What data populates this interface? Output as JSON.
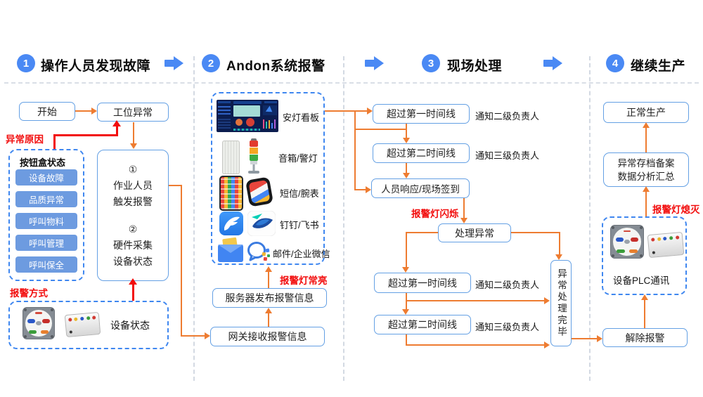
{
  "steps": [
    {
      "num": "1",
      "title": "操作人员发现故障"
    },
    {
      "num": "2",
      "title": "Andon系统报警"
    },
    {
      "num": "3",
      "title": "现场处理"
    },
    {
      "num": "4",
      "title": "继续生产"
    }
  ],
  "col1": {
    "start": "开始",
    "station_abnormal": "工位异常",
    "abnormal_cause_label": "异常原因",
    "button_box": {
      "title": "按钮盒状态",
      "buttons": [
        "设备故障",
        "品质异常",
        "呼叫物料",
        "呼叫管理",
        "呼叫保全"
      ]
    },
    "trigger_box": {
      "l1": "①",
      "l2": "作业人员",
      "l3": "触发报警",
      "l4": "②",
      "l5": "硬件采集",
      "l6": "设备状态"
    },
    "alarm_method_label": "报警方式",
    "device_status_label": "设备状态"
  },
  "col2": {
    "channel_labels": [
      "安灯看板",
      "音箱/警灯",
      "短信/腕表",
      "钉钉/飞书",
      "邮件/企业微信"
    ],
    "alarm_light_on_label": "报警灯常亮",
    "server_publish": "服务器发布报警信息",
    "gateway_receive": "网关接收报警信息"
  },
  "col3": {
    "over_first_timeline": "超过第一时间线",
    "over_second_timeline": "超过第二时间线",
    "notify_level2": "通知二级负责人",
    "notify_level3": "通知三级负责人",
    "respond_signin": "人员响应/现场签到",
    "alarm_flashing_label": "报警灯闪烁",
    "handle_abnormal": "处理异常",
    "done_vertical": "异常处理完毕"
  },
  "col4": {
    "normal_production": "正常生产",
    "archive_line1": "异常存档备案",
    "archive_line2": "数据分析汇总",
    "alarm_off_label": "报警灯熄灭",
    "plc_label": "设备PLC通讯",
    "release_alarm": "解除报警"
  },
  "colors": {
    "accent_blue": "#4a89f4",
    "box_border": "#64a0e4",
    "button_blue": "#6d9be0",
    "arrow_orange": "#ee7c31",
    "alert_red": "#f20d0d"
  }
}
